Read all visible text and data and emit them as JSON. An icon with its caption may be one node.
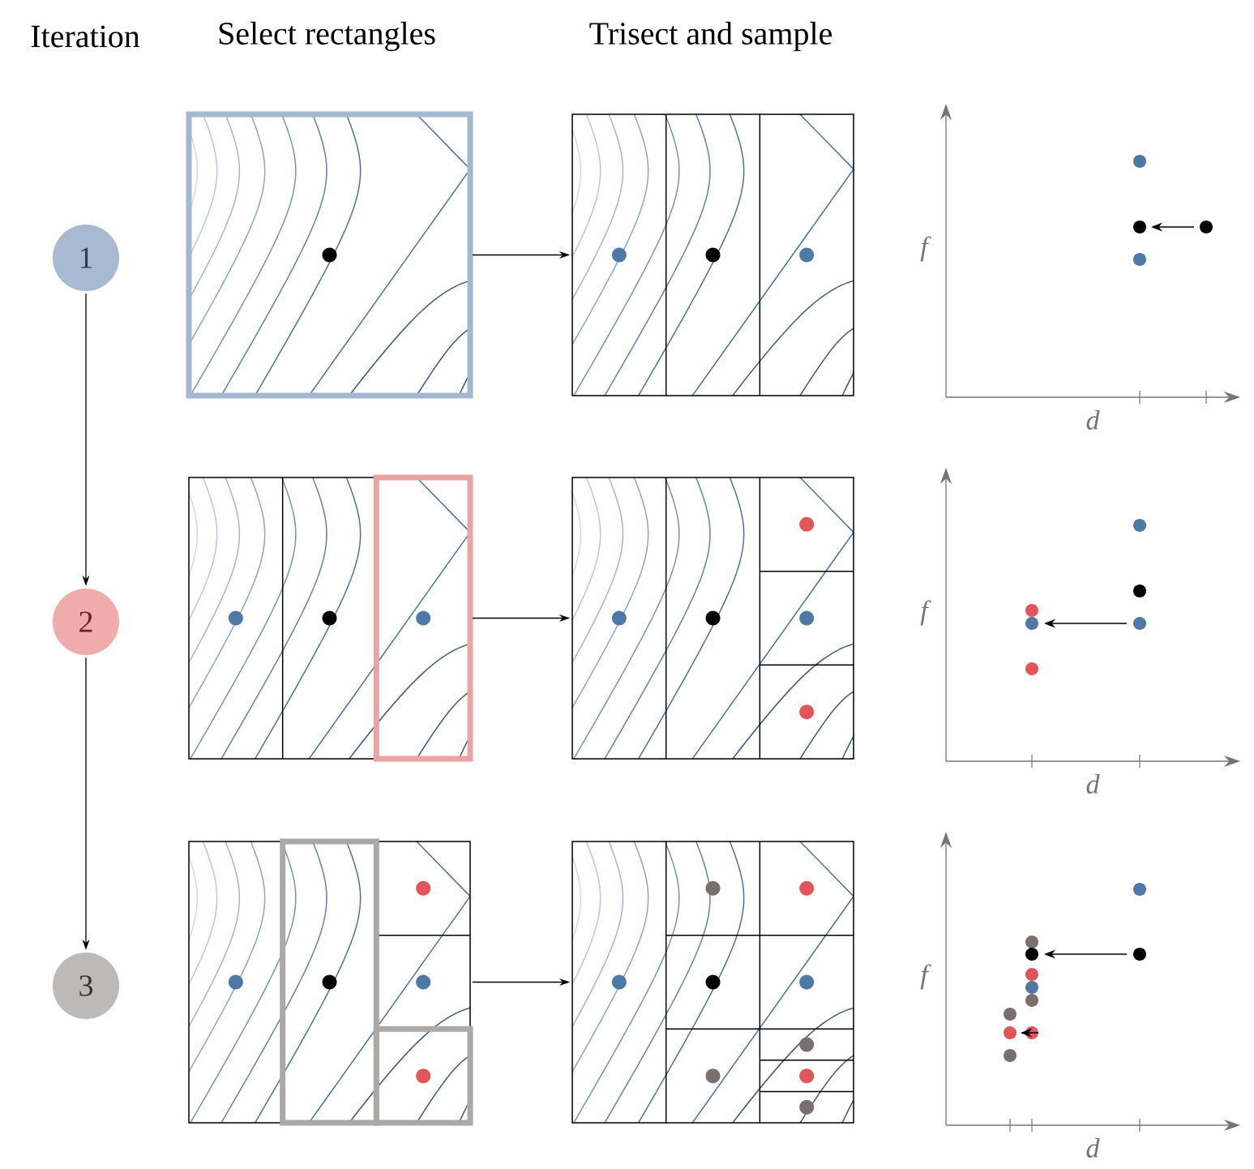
{
  "diagram": {
    "nodes": [
      {
        "text": [
          "1"
        ]
      },
      {
        "text": [],
        "shape": "box"
      },
      {
        "text": [],
        "shape": "box"
      },
      {
        "text": [
          "2"
        ]
      },
      {
        "text": [],
        "shape": "box"
      },
      {
        "text": [],
        "shape": "box"
      },
      {
        "text": [
          "3"
        ]
      },
      {
        "text": [],
        "shape": "box"
      },
      {
        "text": [],
        "shape": "box"
      }
    ],
    "edges": [
      {
        "from": 0,
        "to": 3,
        "arrow": "to"
      },
      {
        "from": 3,
        "to": 6,
        "arrow": "to"
      },
      {
        "from": 1,
        "to": 2,
        "arrow": "to"
      },
      {
        "from": 4,
        "to": 5,
        "arrow": "to"
      },
      {
        "from": 7,
        "to": 8,
        "arrow": "to"
      }
    ],
    "labels": [
      "Iteration",
      "Select rectangles",
      "Trisect and sample",
      "f",
      "d",
      "f",
      "d",
      "f",
      "d"
    ]
  }
}
